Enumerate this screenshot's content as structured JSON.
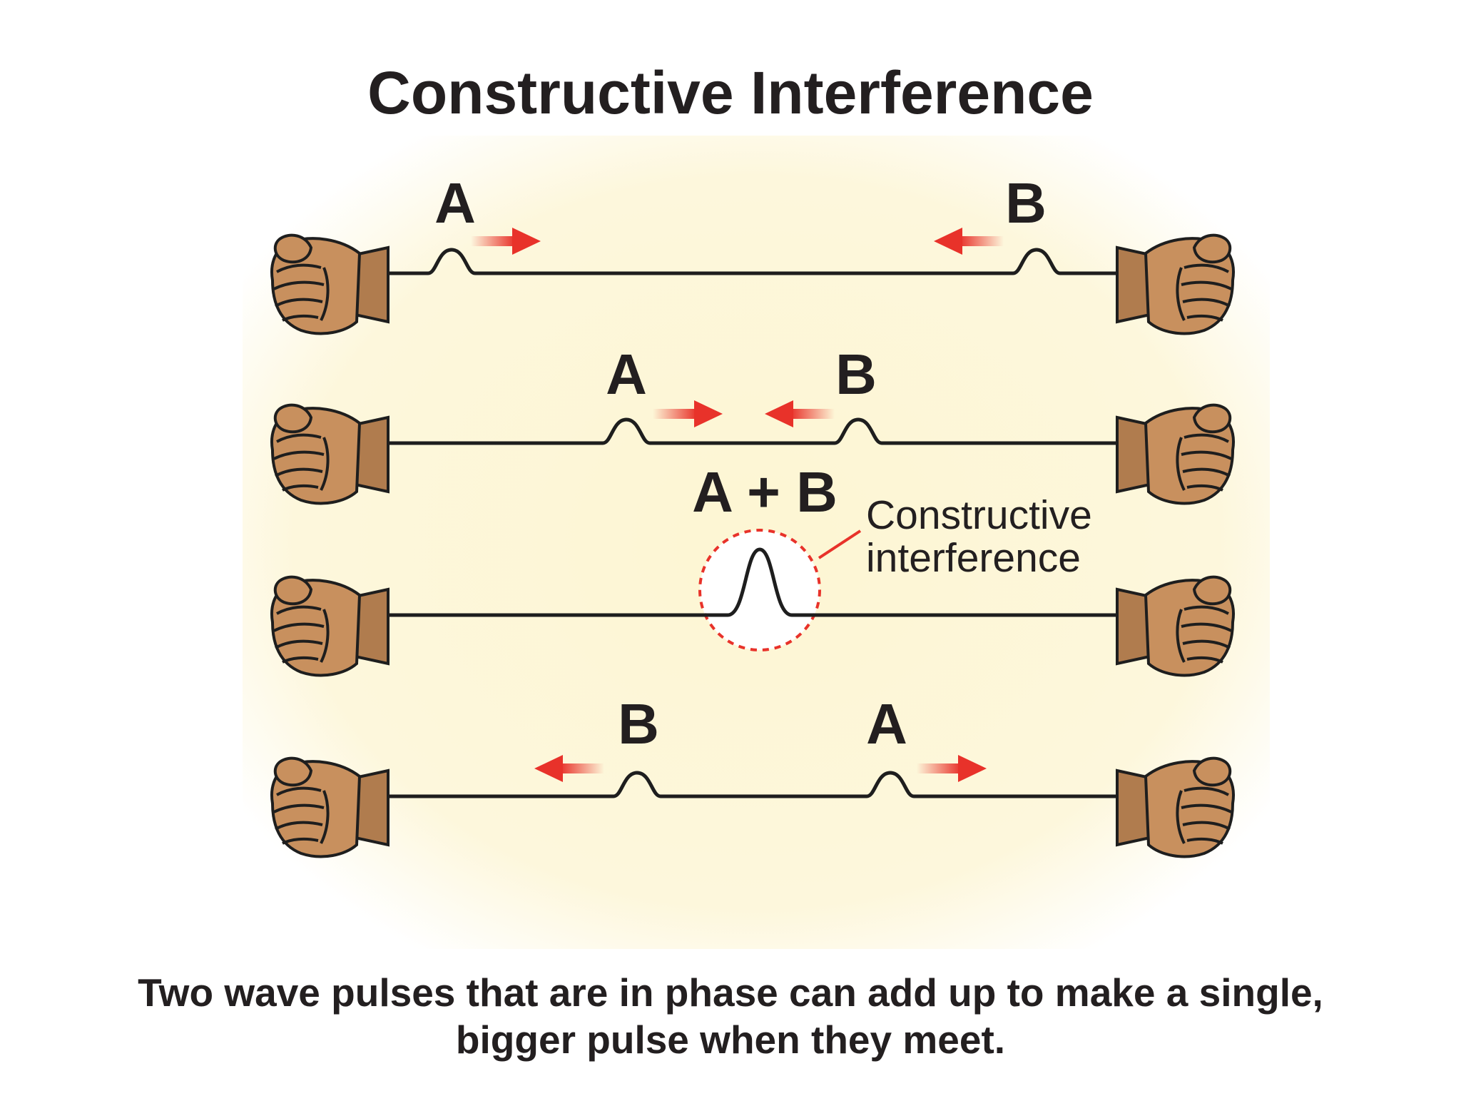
{
  "title": "Constructive Interference",
  "colors": {
    "panel": "#fdf7d8",
    "rope": "#1e1e1e",
    "arrow": "#e8322a",
    "skin": "#c8905e",
    "circle": "#e8322a"
  },
  "rows": [
    {
      "labels": [
        {
          "text": "A"
        },
        {
          "text": "B"
        }
      ]
    },
    {
      "labels": [
        {
          "text": "A"
        },
        {
          "text": "B"
        }
      ]
    },
    {
      "labels": [
        {
          "text": "A + B"
        }
      ]
    },
    {
      "labels": [
        {
          "text": "B"
        },
        {
          "text": "A"
        }
      ]
    }
  ],
  "callout": {
    "line1": "Constructive",
    "line2": "interference"
  },
  "caption": {
    "line1": "Two wave pulses that are in phase can add up to make a single,",
    "line2": "bigger pulse when they meet."
  }
}
